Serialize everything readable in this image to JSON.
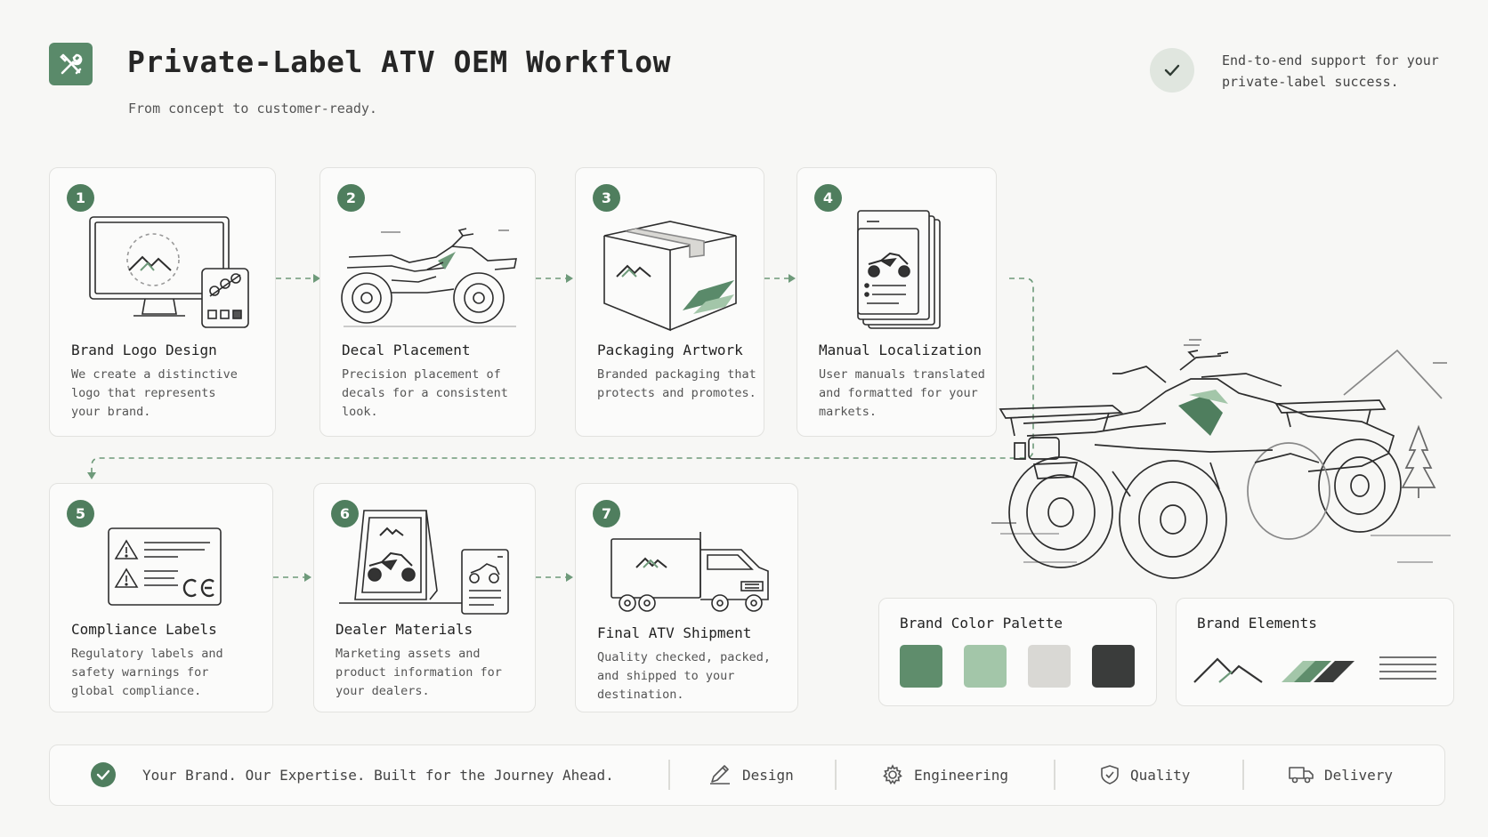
{
  "header": {
    "title": "Private-Label ATV OEM Workflow",
    "subtitle": "From concept to customer-ready.",
    "support_text": "End-to-end support for your private-label success."
  },
  "steps": [
    {
      "number": "1",
      "title": "Brand Logo Design",
      "description": "We create a distinctive logo that represents your brand."
    },
    {
      "number": "2",
      "title": "Decal Placement",
      "description": "Precision placement of decals for a consistent look."
    },
    {
      "number": "3",
      "title": "Packaging Artwork",
      "description": "Branded packaging that protects and promotes."
    },
    {
      "number": "4",
      "title": "Manual Localization",
      "description": "User manuals translated and formatted for your markets."
    },
    {
      "number": "5",
      "title": "Compliance Labels",
      "description": "Regulatory labels and safety warnings for global compliance."
    },
    {
      "number": "6",
      "title": "Dealer Materials",
      "description": "Marketing assets and product information for your dealers."
    },
    {
      "number": "7",
      "title": "Final ATV Shipment",
      "description": "Quality checked, packed, and shipped to your destination."
    }
  ],
  "palette": {
    "title": "Brand Color Palette",
    "colors": [
      "#5f8d6c",
      "#a3c6a9",
      "#d9d8d4",
      "#3a3c3b"
    ]
  },
  "elements": {
    "title": "Brand Elements"
  },
  "footer": {
    "tagline": "Your Brand. Our Expertise. Built for the Journey Ahead.",
    "items": [
      "Design",
      "Engineering",
      "Quality",
      "Delivery"
    ]
  },
  "icons": {
    "logo": "tools-icon",
    "accent": "#5a8a6a"
  }
}
